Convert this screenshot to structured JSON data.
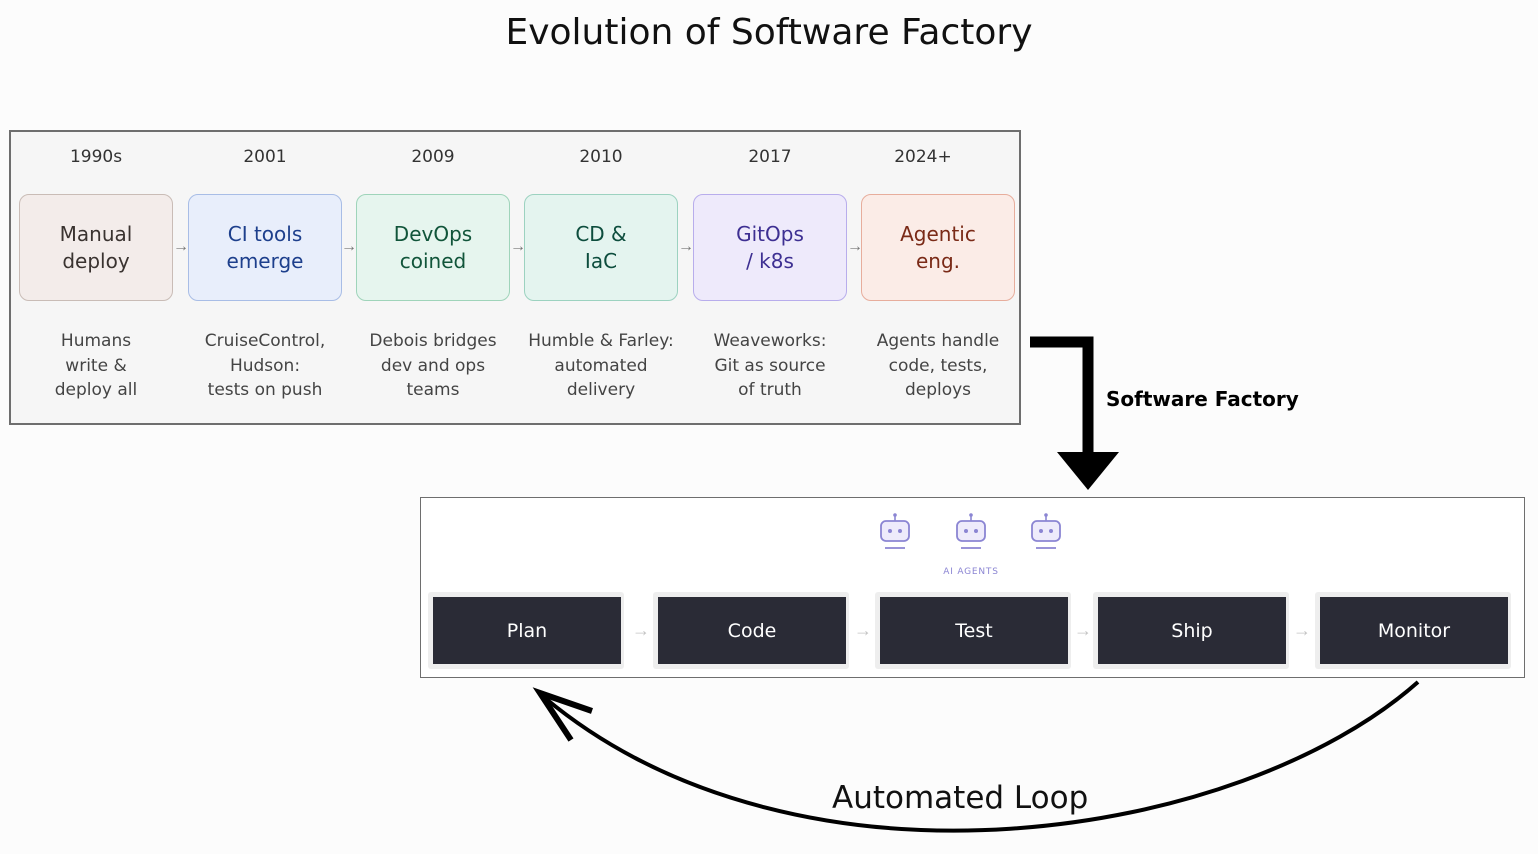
{
  "title": "Evolution of Software Factory",
  "timeline": [
    {
      "year": "1990s",
      "box": "Manual\ndeploy",
      "desc": "Humans\nwrite &\ndeploy all",
      "bg": "#f3ecea",
      "border": "#c9bcb6",
      "color": "#3a3330"
    },
    {
      "year": "2001",
      "box": "CI tools\nemerge",
      "desc": "CruiseControl,\nHudson:\ntests on push",
      "bg": "#e8eefb",
      "border": "#a8bde6",
      "color": "#1d3f8c"
    },
    {
      "year": "2009",
      "box": "DevOps\ncoined",
      "desc": "Debois bridges\ndev and ops\nteams",
      "bg": "#e6f5ee",
      "border": "#9fd4ba",
      "color": "#11553a"
    },
    {
      "year": "2010",
      "box": "CD &\nIaC",
      "desc": "Humble & Farley:\nautomated\ndelivery",
      "bg": "#e4f4ef",
      "border": "#9cd2c0",
      "color": "#0d4d3d"
    },
    {
      "year": "2017",
      "box": "GitOps\n/ k8s",
      "desc": "Weaveworks:\nGit as source\nof truth",
      "bg": "#eeeafb",
      "border": "#b8adec",
      "color": "#3d2f92"
    },
    {
      "year": "2024+",
      "box": "Agentic\neng.",
      "desc": "Agents handle\ncode, tests,\ndeploys",
      "bg": "#fbece7",
      "border": "#e7ad9c",
      "color": "#7a2a17"
    }
  ],
  "software_factory_label": "Software Factory",
  "agents_label": "AI AGENTS",
  "stages": [
    "Plan",
    "Code",
    "Test",
    "Ship",
    "Monitor"
  ],
  "loop_label": "Automated Loop",
  "colors": {
    "stage_bg": "#2a2b36",
    "agent_icon": "#8b85d3"
  }
}
